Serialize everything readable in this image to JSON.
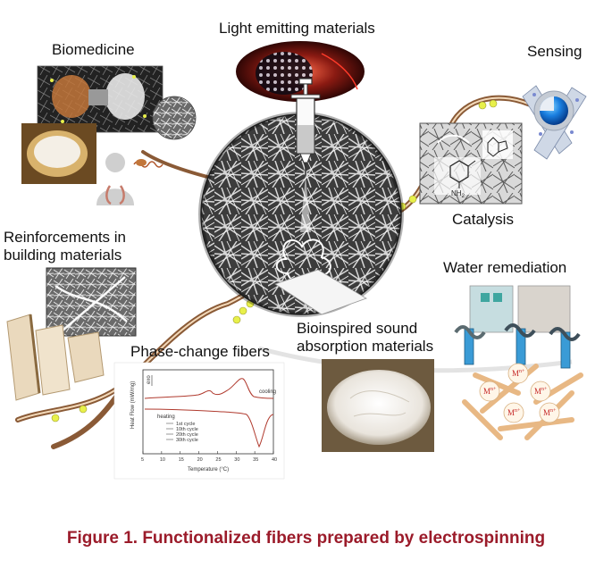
{
  "labels": {
    "biomedicine": "Biomedicine",
    "light_emitting": "Light emitting materials",
    "sensing": "Sensing",
    "catalysis": "Catalysis",
    "reinforcements": "Reinforcements in building materials",
    "water_remediation": "Water remediation",
    "phase_change": "Phase-change fibers",
    "sound_absorption": "Bioinspired sound absorption materials"
  },
  "catalysis_chem": {
    "amine": "NH",
    "amine_sub": "2"
  },
  "water": {
    "ion_main": "M",
    "ion_sup": "n+"
  },
  "dsc_chart": {
    "ylabel": "Heat Flow (mW/mg)",
    "xlabel": "Temperature (°C)",
    "exo_label": "exo",
    "x_ticks": [
      "5",
      "10",
      "15",
      "20",
      "25",
      "30",
      "35",
      "40"
    ],
    "curve_labels": {
      "cooling": "cooling",
      "heating": "heating"
    },
    "legend": [
      "1st cycle",
      "10th cycle",
      "20th cycle",
      "30th cycle"
    ]
  },
  "caption": "Figure 1. Functionalized fibers prepared by electrospinning",
  "colors": {
    "fiber_path": "#8a5a36",
    "bead": "#e8f04a",
    "caption": "#9b1b2a",
    "sphere": "#0d62c9"
  }
}
